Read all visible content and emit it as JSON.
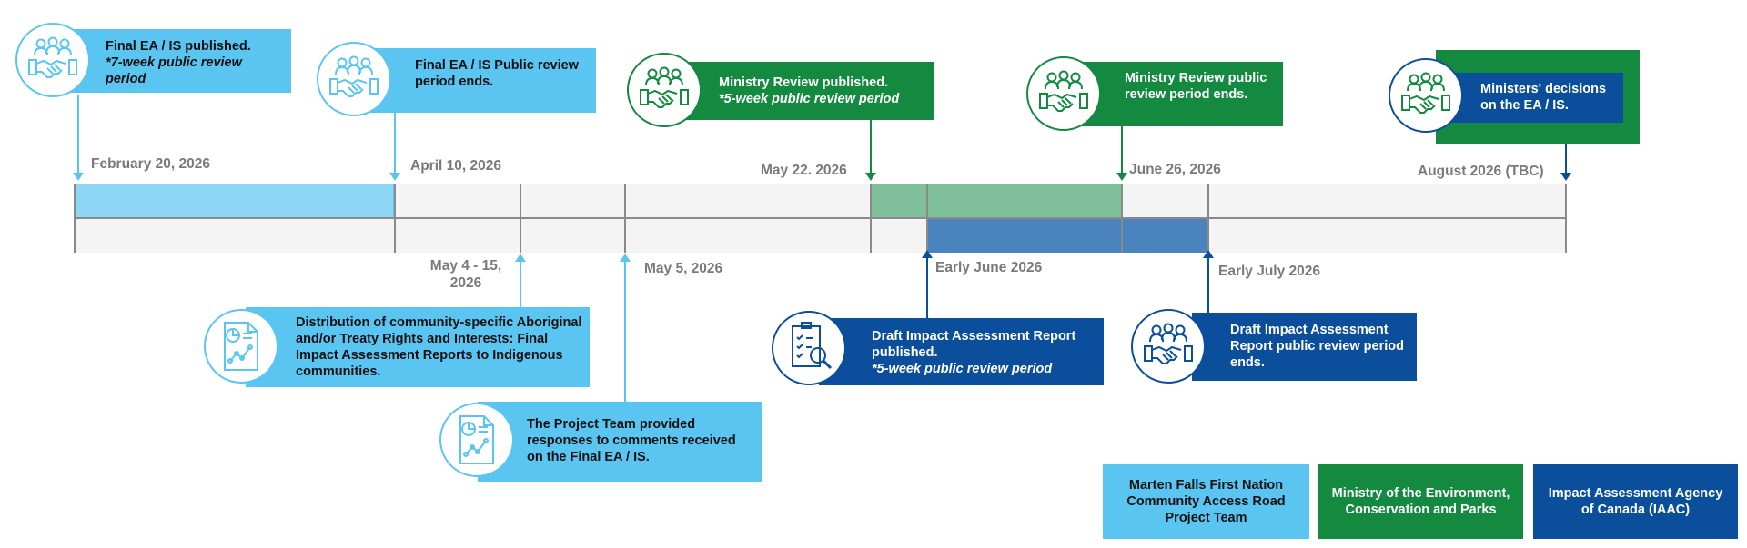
{
  "colors": {
    "light_blue": "#5bc5f2",
    "green": "#138a40",
    "dark_blue": "#0b4f9c",
    "track": "#f4f4f4",
    "axis": "#8a8a8a",
    "date_text": "#7a7a7a"
  },
  "events_top": [
    {
      "title": "Final EA / IS published.",
      "note": "*7-week public review period",
      "icon": "people-handshake-icon"
    },
    {
      "title": "Final EA / IS Public review period ends.",
      "note": "",
      "icon": "people-handshake-icon"
    },
    {
      "title": "Ministry Review published.",
      "note": "*5-week public review period",
      "icon": "people-handshake-icon"
    },
    {
      "title": "Ministry Review public review period ends.",
      "note": "",
      "icon": "people-handshake-icon"
    },
    {
      "title": "Ministers' decisions on the EA / IS.",
      "note": "",
      "icon": "people-handshake-icon"
    }
  ],
  "events_bottom": [
    {
      "title": "Distribution of  community-specific Aboriginal and/or Treaty Rights and Interests: Final Impact Assessment Reports to Indigenous communities.",
      "note": "",
      "icon": "report-chart-icon"
    },
    {
      "title": "The Project Team provided responses to comments received on the Final EA / IS.",
      "note": "",
      "icon": "report-chart-icon"
    },
    {
      "title": "Draft Impact Assessment Report published.",
      "note": "*5-week public review period",
      "icon": "checklist-magnifier-icon"
    },
    {
      "title": "Draft Impact Assessment Report public review period ends.",
      "note": "",
      "icon": "people-handshake-icon"
    }
  ],
  "dates_top": [
    "February 20, 2026",
    "April 10, 2026",
    "May 22. 2026",
    "June 26, 2026",
    "August 2026 (TBC)"
  ],
  "dates_bottom": [
    "May 4 - 15, 2026",
    "May 5, 2026",
    "Early June 2026",
    "Early July 2026"
  ],
  "legend": [
    {
      "label": "Marten Falls First Nation Community Access Road Project Team",
      "color": "#5bc5f2"
    },
    {
      "label": "Ministry of the Environment, Conservation and Parks",
      "color": "#138a40"
    },
    {
      "label": "Impact Assessment Agency of Canada (IAAC)",
      "color": "#0b4f9c"
    }
  ]
}
